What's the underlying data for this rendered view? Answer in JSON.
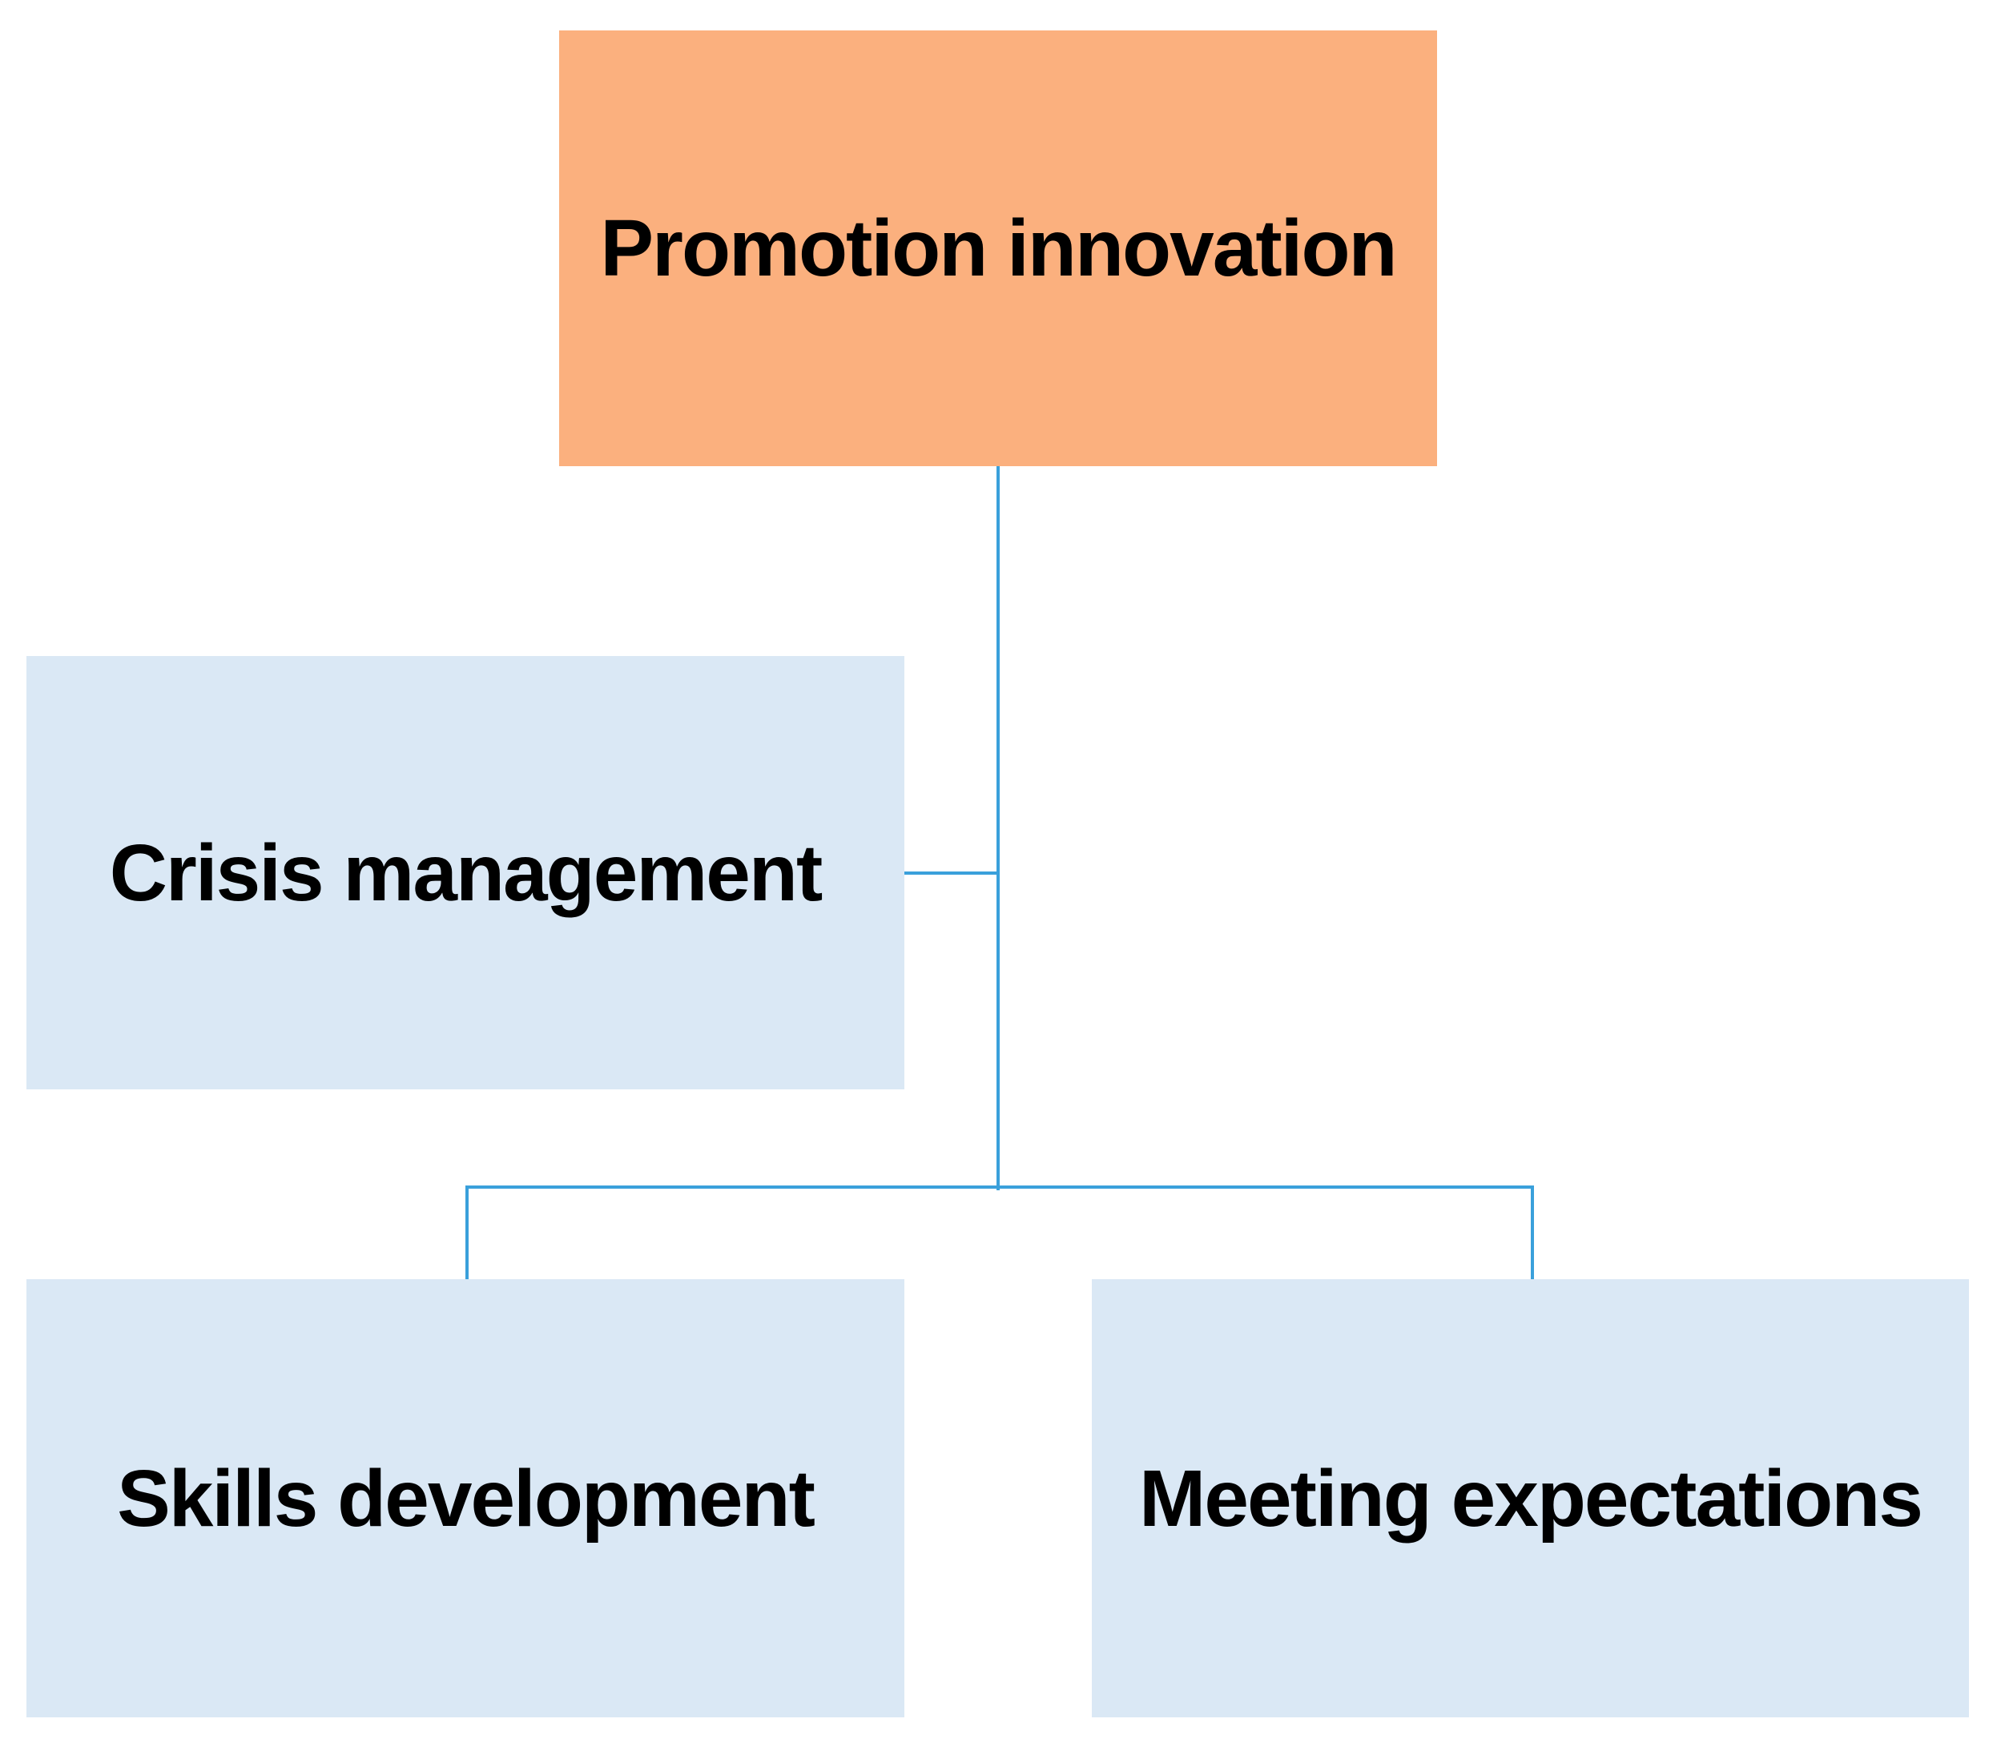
{
  "diagram": {
    "type": "hierarchy-org-chart",
    "background": "#ffffff",
    "colors": {
      "root_fill": "#FBB07E",
      "child_fill": "#DAE8F5",
      "connector": "#3AA0DB",
      "text": "#000000"
    },
    "nodes": [
      {
        "id": "promotion-innovation",
        "label": "Promotion innovation",
        "level": "root"
      },
      {
        "id": "crisis-management",
        "label": "Crisis management",
        "level": "child"
      },
      {
        "id": "skills-development",
        "label": "Skills development",
        "level": "child"
      },
      {
        "id": "meeting-expectations",
        "label": "Meeting expectations",
        "level": "child"
      }
    ],
    "edges": [
      {
        "id": "root-stem",
        "from": "promotion-innovation",
        "to": "junction"
      },
      {
        "id": "crisis-connector",
        "from": "crisis-management",
        "to": "root-stem"
      },
      {
        "id": "junction-bar",
        "from": "junction-left",
        "to": "junction-right"
      },
      {
        "id": "drop-left",
        "from": "junction",
        "to": "skills-development"
      },
      {
        "id": "drop-right",
        "from": "junction",
        "to": "meeting-expectations"
      }
    ]
  }
}
